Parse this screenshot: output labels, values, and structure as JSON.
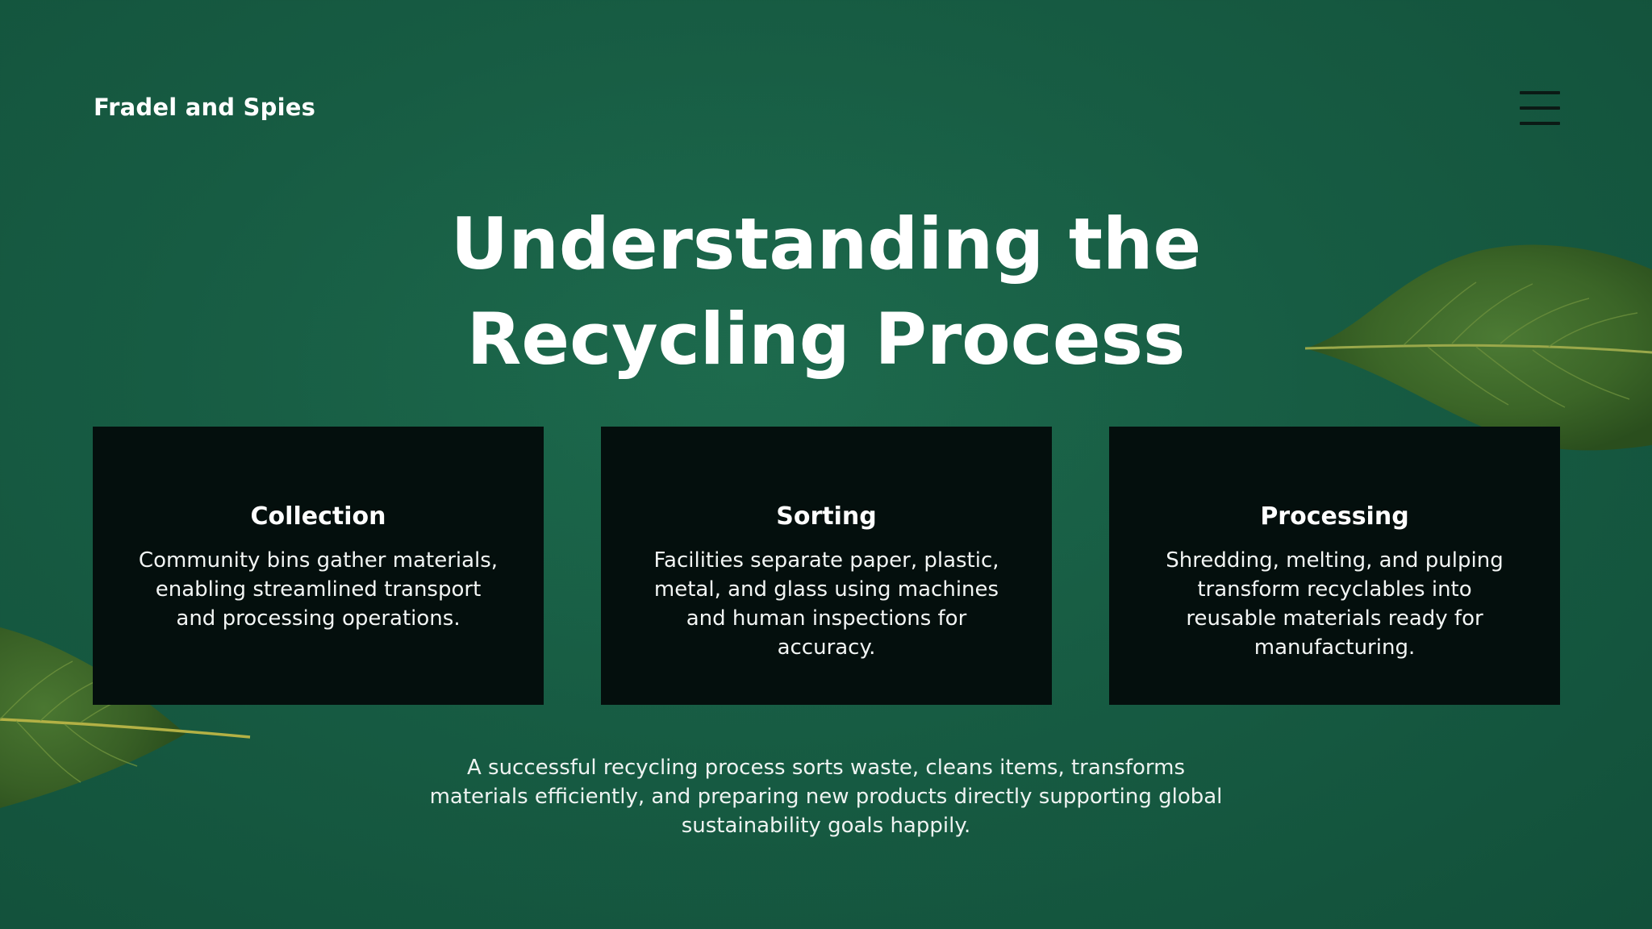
{
  "header": {
    "brand": "Fradel and Spies",
    "menu_icon": "hamburger-menu-icon"
  },
  "hero": {
    "title_line_1": "Understanding the",
    "title_line_2": "Recycling Process"
  },
  "cards": [
    {
      "title": "Collection",
      "text": "Community bins gather materials, enabling streamlined transport and processing operations."
    },
    {
      "title": "Sorting",
      "text": "Facilities separate paper, plastic, metal, and glass using machines and human inspections for accuracy."
    },
    {
      "title": "Processing",
      "text": "Shredding, melting, and pulping transform recyclables into reusable materials ready for manufacturing."
    }
  ],
  "summary": "A successful recycling process sorts waste, cleans items, transforms materials efficiently, and preparing new products directly supporting global sustainability goals happily.",
  "colors": {
    "background": "#175c43",
    "card_background": "#040f0d",
    "text": "#ffffff",
    "leaf": "#3f6b2a"
  }
}
